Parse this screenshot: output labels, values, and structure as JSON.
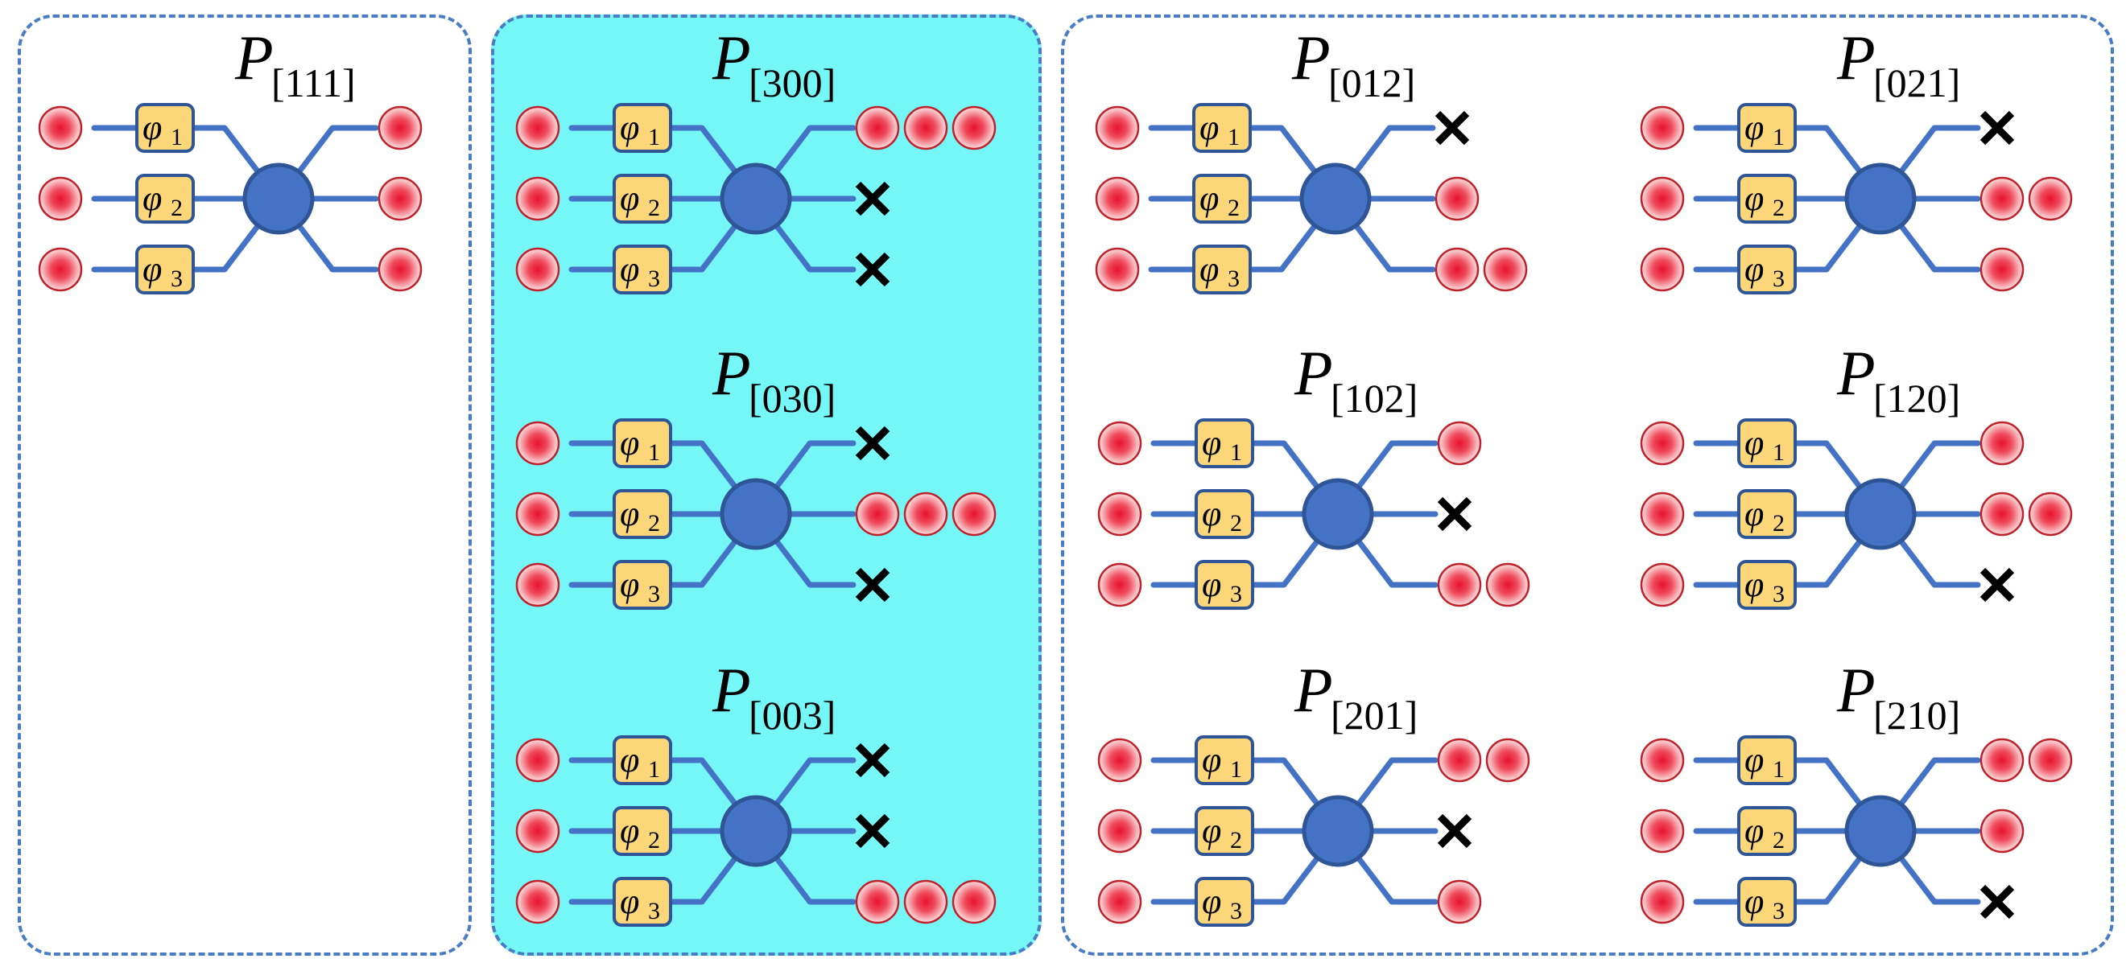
{
  "figure": {
    "phase_labels": [
      "φ",
      "1",
      "2",
      "3"
    ],
    "colors": {
      "waveguide": "#4472c4",
      "coupler": "#4472c4",
      "coupler_stroke": "#2f5597",
      "phase_box_fill": "#fbd77a",
      "phase_box_stroke": "#2f5597",
      "photon_center": "#e8112d",
      "photon_edge": "#fbe4e4",
      "highlight_panel": "#75f7f7",
      "panel_border": "#4a7cc4"
    },
    "output_photon_icon": "red-photon",
    "no_output_icon": "cross-mark-icon",
    "groups": [
      {
        "name": "panel-left",
        "circuits": [
          {
            "symbol": "P",
            "subscript": "[111]",
            "outputs": [
              1,
              1,
              1
            ]
          }
        ]
      },
      {
        "name": "panel-mid",
        "circuits": [
          {
            "symbol": "P",
            "subscript": "[300]",
            "outputs": [
              3,
              0,
              0
            ]
          },
          {
            "symbol": "P",
            "subscript": "[030]",
            "outputs": [
              0,
              3,
              0
            ]
          },
          {
            "symbol": "P",
            "subscript": "[003]",
            "outputs": [
              0,
              0,
              3
            ]
          }
        ]
      },
      {
        "name": "panel-right",
        "circuits": [
          {
            "symbol": "P",
            "subscript": "[012]",
            "outputs": [
              0,
              1,
              2
            ]
          },
          {
            "symbol": "P",
            "subscript": "[021]",
            "outputs": [
              0,
              2,
              1
            ]
          },
          {
            "symbol": "P",
            "subscript": "[102]",
            "outputs": [
              1,
              0,
              2
            ]
          },
          {
            "symbol": "P",
            "subscript": "[120]",
            "outputs": [
              1,
              2,
              0
            ]
          },
          {
            "symbol": "P",
            "subscript": "[201]",
            "outputs": [
              2,
              0,
              1
            ]
          },
          {
            "symbol": "P",
            "subscript": "[210]",
            "outputs": [
              2,
              1,
              0
            ]
          }
        ]
      }
    ]
  }
}
